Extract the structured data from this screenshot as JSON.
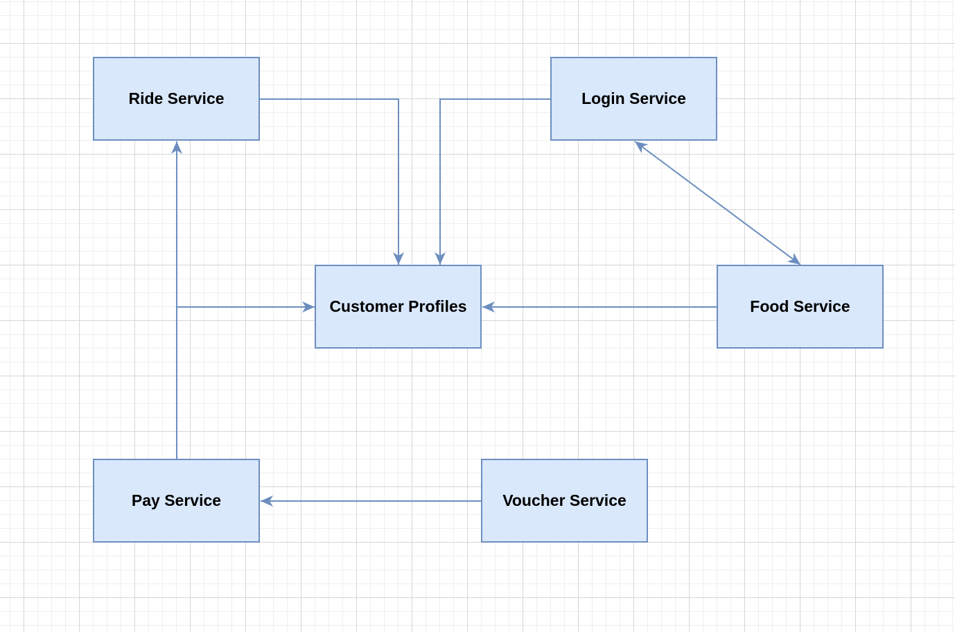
{
  "diagram": {
    "line_color": "#6c8ebf",
    "node_fill": "#dae8fc",
    "nodes": {
      "ride": {
        "label": "Ride Service"
      },
      "login": {
        "label": "Login Service"
      },
      "customer": {
        "label": "Customer Profiles"
      },
      "food": {
        "label": "Food Service"
      },
      "pay": {
        "label": "Pay Service"
      },
      "voucher": {
        "label": "Voucher Service"
      }
    },
    "edges": [
      {
        "from": "ride",
        "to": "customer",
        "arrow": "end"
      },
      {
        "from": "login",
        "to": "customer",
        "arrow": "end"
      },
      {
        "from": "login",
        "to": "food",
        "arrow": "both"
      },
      {
        "from": "food",
        "to": "customer",
        "arrow": "end"
      },
      {
        "from": "pay",
        "to": "ride",
        "arrow": "end"
      },
      {
        "from": "pay",
        "to": "customer",
        "arrow": "end"
      },
      {
        "from": "voucher",
        "to": "pay",
        "arrow": "end"
      }
    ]
  }
}
